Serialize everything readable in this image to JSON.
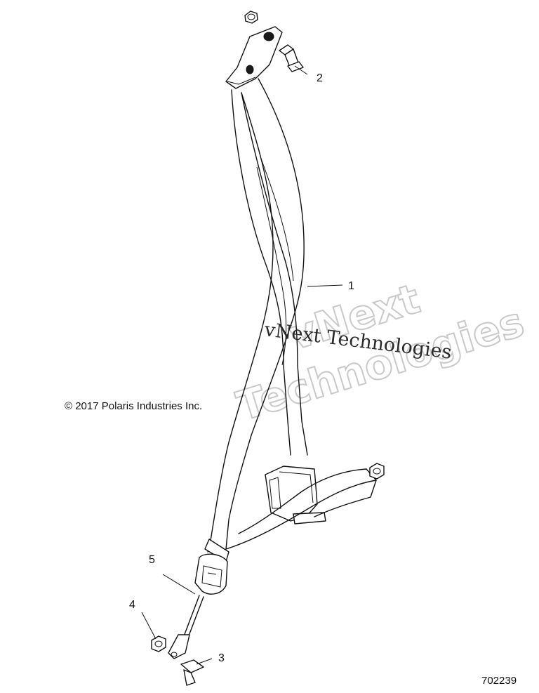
{
  "diagram": {
    "callouts": [
      "1",
      "2",
      "3",
      "4",
      "5"
    ],
    "copyright": "© 2017 Polaris Industries Inc.",
    "part_number": "702239",
    "watermark_primary": "vNext Technologies",
    "watermark_outline_line1": "vNext",
    "watermark_outline_line2": "Technologies"
  }
}
